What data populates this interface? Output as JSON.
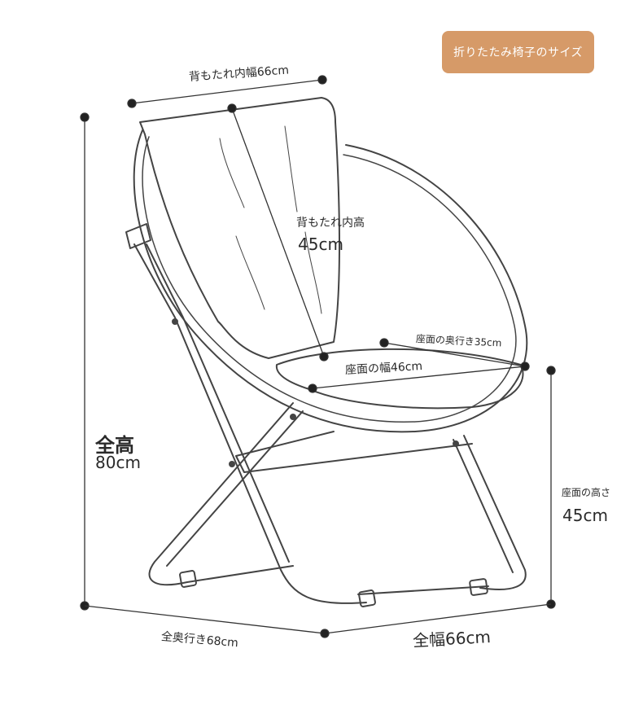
{
  "badge": {
    "text": "折りたたみ椅子のサイズ"
  },
  "labels": {
    "back_width": "背もたれ内幅66cm",
    "back_height_title": "背もたれ内高",
    "back_height_value": "45cm",
    "seat_depth": "座面の奥行き35cm",
    "seat_width": "座面の幅46cm",
    "total_height_title": "全高",
    "total_height_value": "80cm",
    "seat_height_title": "座面の高さ",
    "seat_height_value": "45cm",
    "total_depth": "全奥行き68cm",
    "total_width": "全幅66cm"
  },
  "colors": {
    "line": "#333333",
    "badge": "#d69a68",
    "dot": "#222222"
  }
}
